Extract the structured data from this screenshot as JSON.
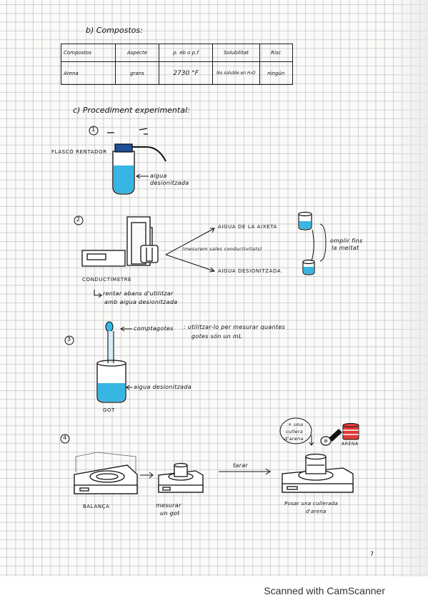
{
  "section_b": {
    "title": "b) Compostos:",
    "table": {
      "headers": [
        "Compostos",
        "Aspecte",
        "p. eb o p.f",
        "Solubilitat",
        "Risc"
      ],
      "rows": [
        [
          "Arena",
          "grans",
          "2730 °F",
          "No soluble en H₂O",
          "ningún"
        ]
      ]
    }
  },
  "section_c": {
    "title": "c) Procediment experimental:",
    "step1": {
      "number": "1",
      "flask_label": "FLASCÓ RENTADOR",
      "water_label_1": "aigua",
      "water_label_2": "desionitzada"
    },
    "step2": {
      "number": "2",
      "meter_label": "CONDUCTÍMETRE",
      "top_label": "AIGUA DE LA AIXETA",
      "middle_label": "(mesurem sales conductivitats)",
      "bottom_label": "AIGUA DESIONITZADA",
      "side_label_1": "omplir fins",
      "side_label_2": "la meitat",
      "note_1": "rentar abans d'utilitzar",
      "note_2": "amb aigua desionitzada"
    },
    "step3": {
      "number": "3",
      "dropper_label": "comptagotes",
      "dropper_note_1": ": utilitzar-lo per mesurar quantes",
      "dropper_note_2": "gotes són un mL",
      "water_label": "aigua desionitzada",
      "glass_label": "GOT"
    },
    "step4": {
      "number": "4",
      "scoop_label_1": "+ una",
      "scoop_label_2": "cullera",
      "scoop_label_3": "d'arena",
      "sand_label": "ARENA",
      "tare_label": "tarar",
      "balance_label": "BALANÇA",
      "measure_label_1": "mesurar",
      "measure_label_2": "un got",
      "put_label_1": "Posar una cullerada",
      "put_label_2": "d'arena"
    }
  },
  "page_number": "7",
  "footer_text": "Scanned with CamScanner",
  "colors": {
    "water": "#37b6e3",
    "ink": "#111111",
    "flask_cap": "#1f4f9a",
    "sand_container": "#e23a3a",
    "grid": "#9aa0ad"
  }
}
